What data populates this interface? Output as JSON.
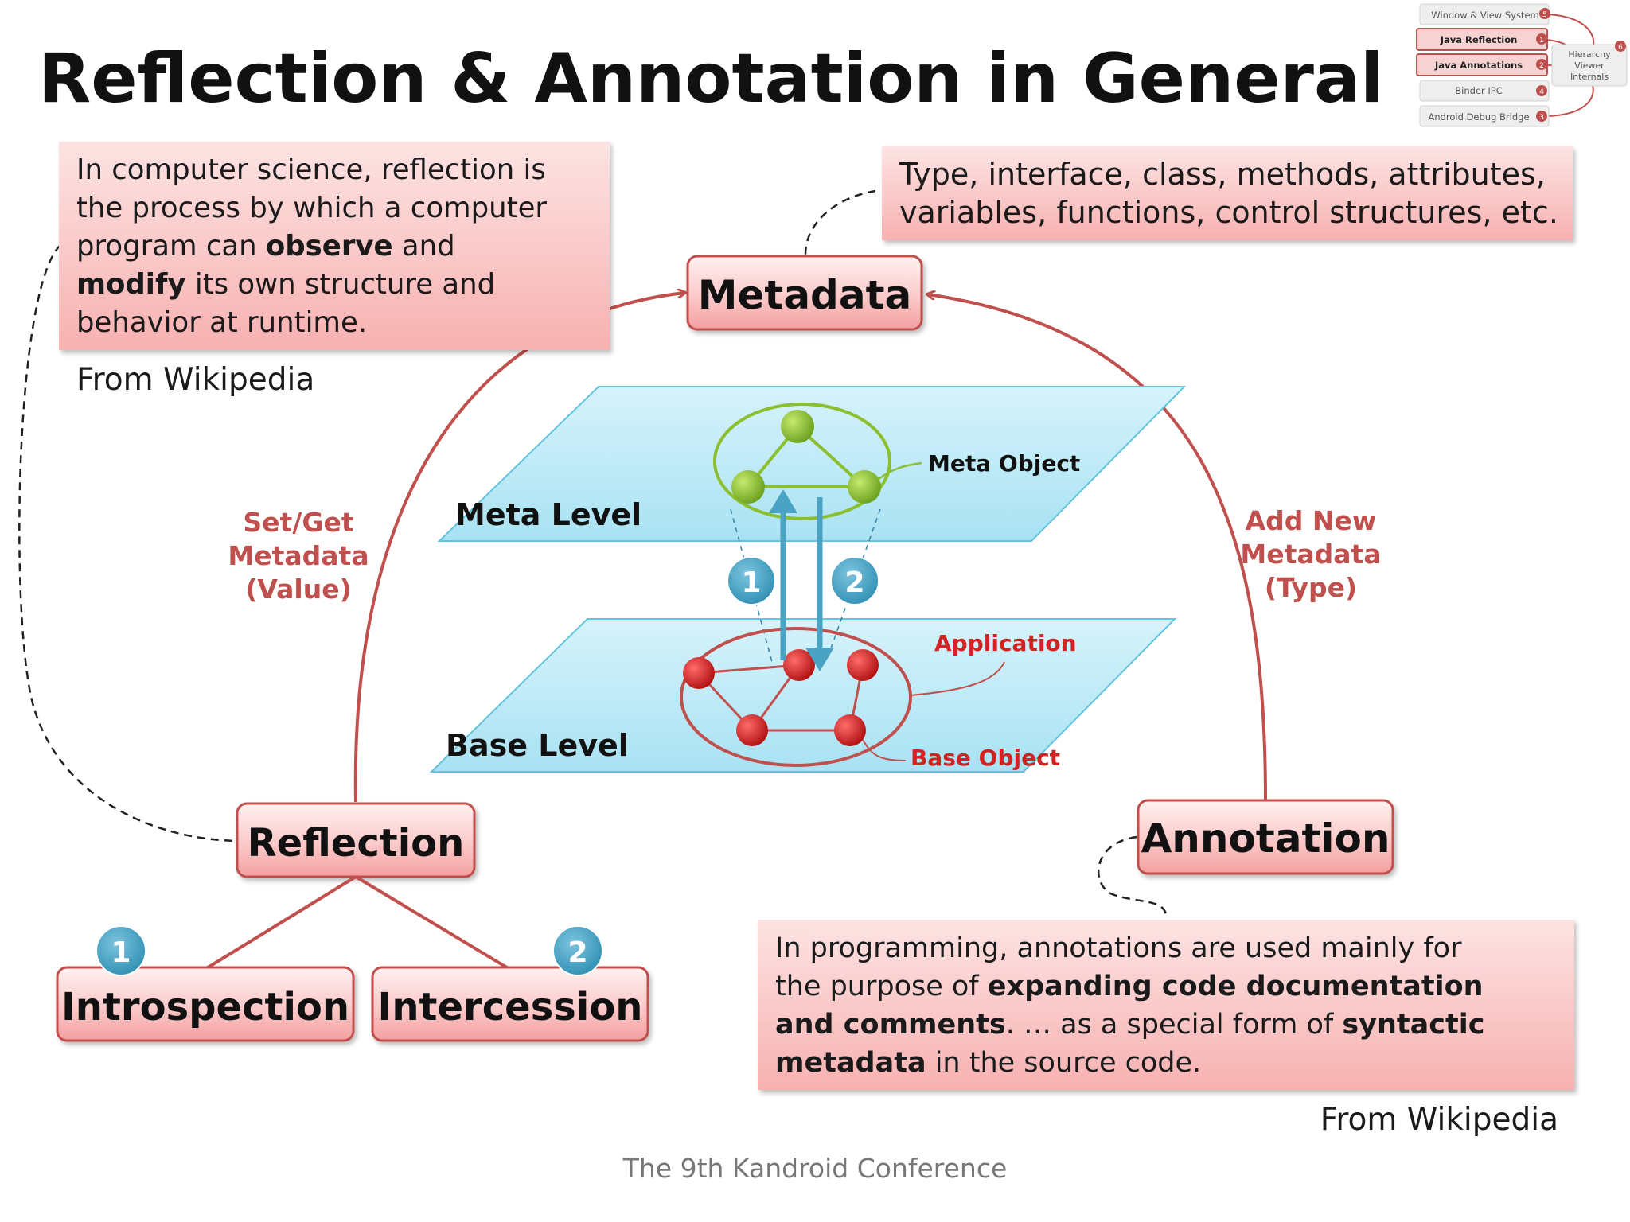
{
  "title": "Reflection & Annotation in General",
  "nav": {
    "items": [
      {
        "label": "Window & View System",
        "num": "5"
      },
      {
        "label": "Java Reflection",
        "num": "1"
      },
      {
        "label": "Java Annotations",
        "num": "2"
      },
      {
        "label": "Binder IPC",
        "num": "4"
      },
      {
        "label": "Android Debug Bridge",
        "num": "3"
      }
    ],
    "side_lines": [
      "Hierarchy",
      "Viewer",
      "Internals"
    ],
    "side_num": "6"
  },
  "reflection_def": {
    "t1": "In computer science, reflection is",
    "t2": "the process by which a computer",
    "t3a": "program can ",
    "t3b": "observe",
    "t3c": " and",
    "t4a": "modify",
    "t4b": " its own structure and",
    "t5": "behavior at runtime."
  },
  "from_wikipedia_1": "From Wikipedia",
  "metadata_desc": {
    "t1": "Type, interface, class, methods, attributes,",
    "t2": "variables, functions, control structures, etc."
  },
  "nodes": {
    "metadata": "Metadata",
    "reflection": "Reflection",
    "annotation": "Annotation",
    "introspection": "Introspection",
    "intercession": "Intercession"
  },
  "badges": {
    "one": "1",
    "two": "2"
  },
  "edge_labels": {
    "setget": [
      "Set/Get",
      "Metadata",
      "(Value)"
    ],
    "addnew": [
      "Add New",
      "Metadata",
      "(Type)"
    ]
  },
  "planes": {
    "meta_level": "Meta Level",
    "base_level": "Base Level",
    "meta_object": "Meta Object",
    "application": "Application",
    "base_object": "Base Object"
  },
  "annotation_def": {
    "t1": "In programming, annotations are used mainly for",
    "t2a": "the purpose of ",
    "t2b": "expanding code documentation",
    "t3a": "and comments",
    "t3b": ". … as a special form of ",
    "t3c": "syntactic",
    "t4a": "metadata",
    "t4b": " in the source code."
  },
  "from_wikipedia_2": "From Wikipedia",
  "footer": "The 9th Kandroid Conference",
  "colors": {
    "red_accent": "#c0504d",
    "box_pink_top": "#fde5e5",
    "box_pink_bottom": "#f4a3a3",
    "plane_blue": "#bfeaf7",
    "badge_blue": "#4aa3c3",
    "green_node": "#8cbf2f",
    "red_node": "#d32222"
  }
}
